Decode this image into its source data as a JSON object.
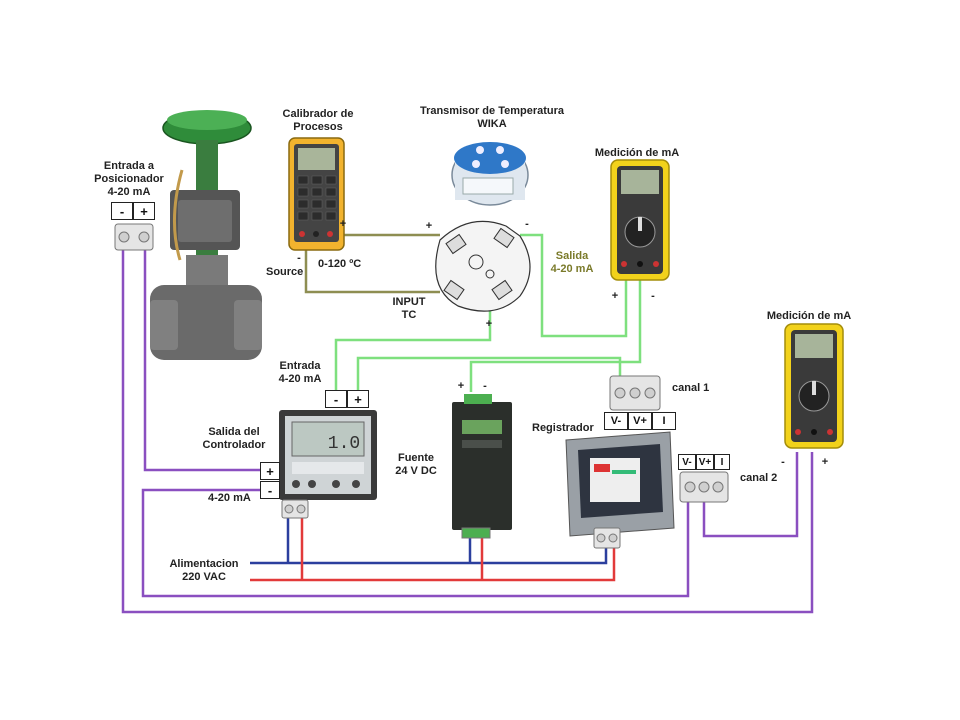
{
  "colors": {
    "wire_purple": "#8a4fc0",
    "wire_green": "#7ee07e",
    "wire_olive": "#8e8e52",
    "wire_blue": "#2b3f9e",
    "wire_red": "#e23a3a",
    "meter_yellow": "#f2d21b",
    "valve_green": "#2f8c3a"
  },
  "labels": {
    "positioner_input": "Entrada a\nPosicionador\n4-20 mA",
    "calibrator": "Calibrador de\nProcesos",
    "transmitter": "Transmisor de Temperatura\nWIKA",
    "meter1": "Medición de mA",
    "meter2": "Medición de mA",
    "source": "Source",
    "range": "0-120 ºC",
    "input_tc": "INPUT\nTC",
    "output": "Salida\n4-20 mA",
    "controller_input": "Entrada\n4-20 mA",
    "controller_output": "Salida del\nControlador",
    "controller_output_ma": "4-20 mA",
    "power_supply": "Fuente\n24 V DC",
    "recorder": "Registrador",
    "channel1": "canal 1",
    "channel2": "canal 2",
    "mains": "Alimentacion\n220 VAC"
  },
  "terminals": {
    "positioner": [
      "-",
      "+"
    ],
    "controller_in": [
      "-",
      "+"
    ],
    "controller_out": [
      "+",
      "-"
    ],
    "ch1": [
      "V-",
      "V+",
      "I"
    ],
    "ch2": [
      "V-",
      "V+",
      "I"
    ]
  },
  "polarity": {
    "calibrator_neg": "-",
    "calibrator_pos": "+",
    "tx_left": "+",
    "tx_right": "-",
    "tx_bottom": "+",
    "meter1_pos": "+",
    "meter1_neg": "-",
    "meter2_neg": "-",
    "meter2_pos": "+",
    "psu_pos": "+",
    "psu_neg": "-"
  },
  "displays": {
    "controller": "1.0"
  }
}
